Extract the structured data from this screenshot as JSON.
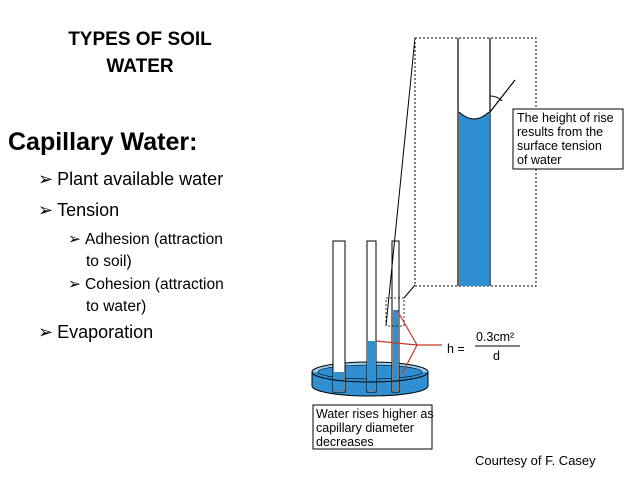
{
  "slide": {
    "title_line1": "TYPES OF SOIL",
    "title_line2": "WATER",
    "heading": "Capillary Water:",
    "bullets": [
      {
        "text": "Plant available water"
      },
      {
        "text": "Tension"
      },
      {
        "line1": "Adhesion (attraction",
        "line2": "to soil)"
      },
      {
        "line1": "Cohesion (attraction",
        "line2": "to water)"
      },
      {
        "text": "Evaporation"
      }
    ],
    "courtesy": "Courtesy of F. Casey"
  },
  "diagram": {
    "callout_top": [
      "The height of rise",
      "results from the",
      "surface tension",
      "of water"
    ],
    "formula_h": "h =",
    "formula_num": "0.3cm²",
    "formula_den": "d",
    "callout_bottom": [
      "Water rises higher as",
      "capillary diameter",
      "decreases"
    ],
    "colors": {
      "water": "#2f8fd0",
      "water_light": "#9ccfee",
      "line": "#000000",
      "bracket": "#c0392b"
    }
  }
}
